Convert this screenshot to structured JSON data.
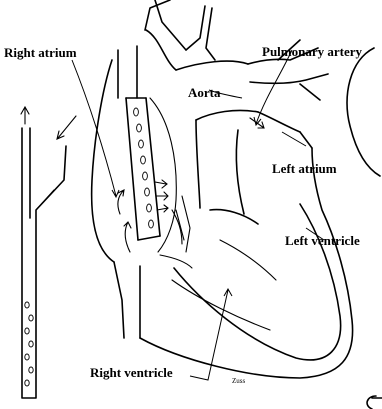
{
  "labels": {
    "right_atrium": "Right atrium",
    "aorta": "Aorta",
    "pulmonary_artery": "Pulmonary artery",
    "left_atrium": "Left atrium",
    "left_ventricle": "Left ventricle",
    "right_ventricle": "Right ventricle"
  },
  "signature": "Zuss"
}
